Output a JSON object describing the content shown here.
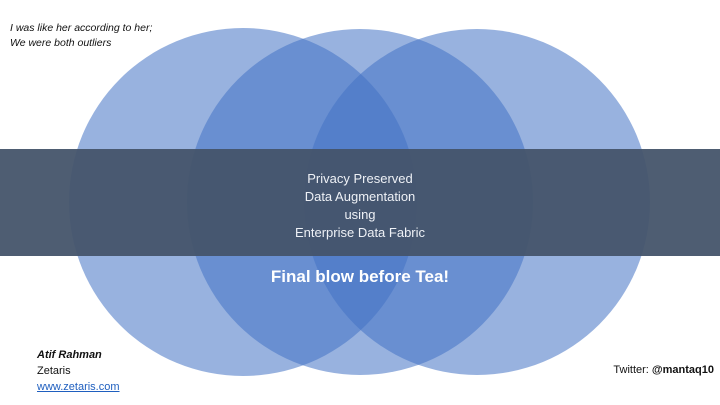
{
  "quote": {
    "line1": "I was like her according to her;",
    "line2": "We were both outliers"
  },
  "title": {
    "line1": "Privacy Preserved",
    "line2": "Data Augmentation",
    "line3": "using",
    "line4": "Enterprise Data Fabric"
  },
  "subtitle": "Final blow before Tea!",
  "author": {
    "name": "Atif Rahman",
    "org": "Zetaris",
    "website": "www.zetaris.com"
  },
  "twitter": {
    "label": "Twitter:",
    "handle": "@mantaq10"
  },
  "colors": {
    "circle_fill": "#4472C4",
    "band": "#44546A",
    "link": "#1F5FBF"
  }
}
